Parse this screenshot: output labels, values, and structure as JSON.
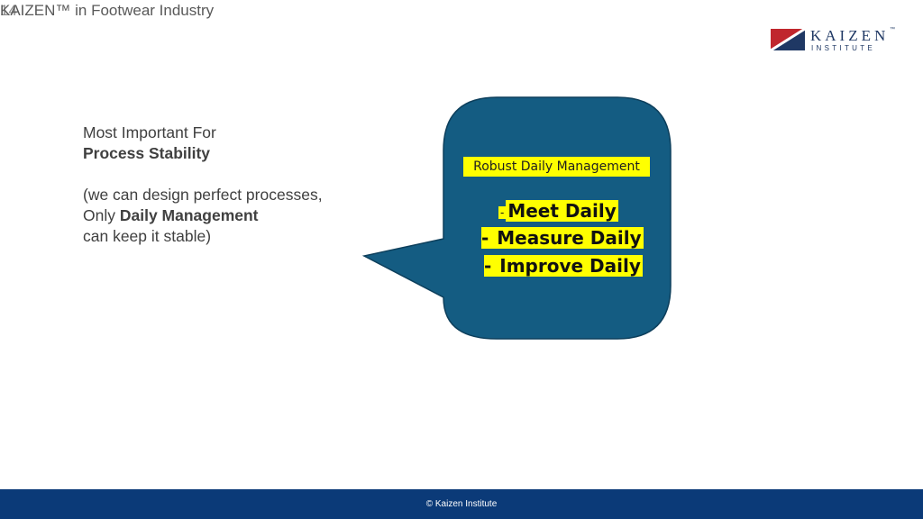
{
  "header": {
    "slide_number": "14",
    "title": "KAIZEN™ in Footwear Industry"
  },
  "logo": {
    "brand": "KAIZEN",
    "trademark": "™",
    "subtitle": "INSTITUTE",
    "colors": {
      "red": "#c0262d",
      "navy": "#1f3864"
    }
  },
  "text_block": {
    "line1": "Most Important For",
    "line2_bold": "Process Stability",
    "line3": "(we can design perfect processes,",
    "line4_prefix": "Only ",
    "line4_bold": "Daily Management",
    "line5": "can keep it stable)"
  },
  "bubble": {
    "subtitle": "Robust Daily Management",
    "items": [
      {
        "dash": "-",
        "text": "Meet Daily"
      },
      {
        "dash": "- ",
        "text": "Measure Daily"
      },
      {
        "dash": "- ",
        "text": "Improve Daily"
      }
    ],
    "colors": {
      "fill": "#145c82",
      "highlight": "#ffff00"
    }
  },
  "footer": {
    "copyright": "© Kaizen Institute",
    "color": "#0b3a78"
  }
}
